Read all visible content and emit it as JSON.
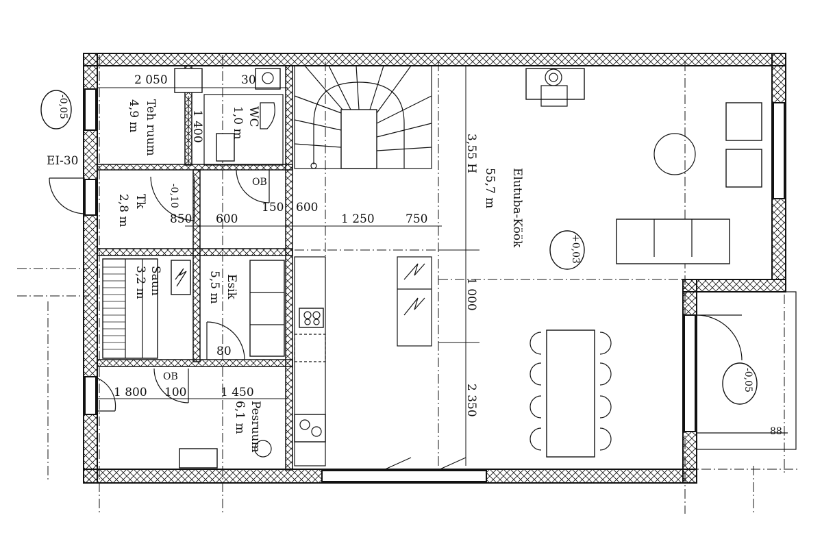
{
  "rooms": {
    "tehnika": {
      "name": "Teh ruum",
      "area": "4,9 m"
    },
    "wc": {
      "name": "WC",
      "area": "1,0 m"
    },
    "koridor": {
      "name": "Tk",
      "area": "2,8 m"
    },
    "saun": {
      "name": "Saun",
      "area": "3,2 m"
    },
    "esik": {
      "name": "Esik",
      "area": "5,5 m"
    },
    "pesuruum": {
      "name": "Pesruum",
      "area": "6,1 m"
    },
    "elutuba": {
      "name": "Elutuba-Köök",
      "area": "55,7 m",
      "height": "3,55 H"
    }
  },
  "levels": {
    "outer_left": "-0,05",
    "corridor": "-0,10",
    "living": "+0,03",
    "terrace": "-0,05"
  },
  "tags": {
    "fire": "EI-30",
    "ob_top": "OB",
    "ob_bottom": "OB",
    "terrace_mark": "88"
  },
  "dimensions": {
    "d2050": "2 050",
    "d30": "30",
    "d1400": "1 400",
    "d850": "850",
    "d600a": "600",
    "d150": "150",
    "d600b": "600",
    "d1250": "1 250",
    "d750": "750",
    "d1000": "1 000",
    "d80": "80",
    "d1800": "1 800",
    "d100": "100",
    "d1450": "1 450",
    "d2350": "2 350"
  }
}
